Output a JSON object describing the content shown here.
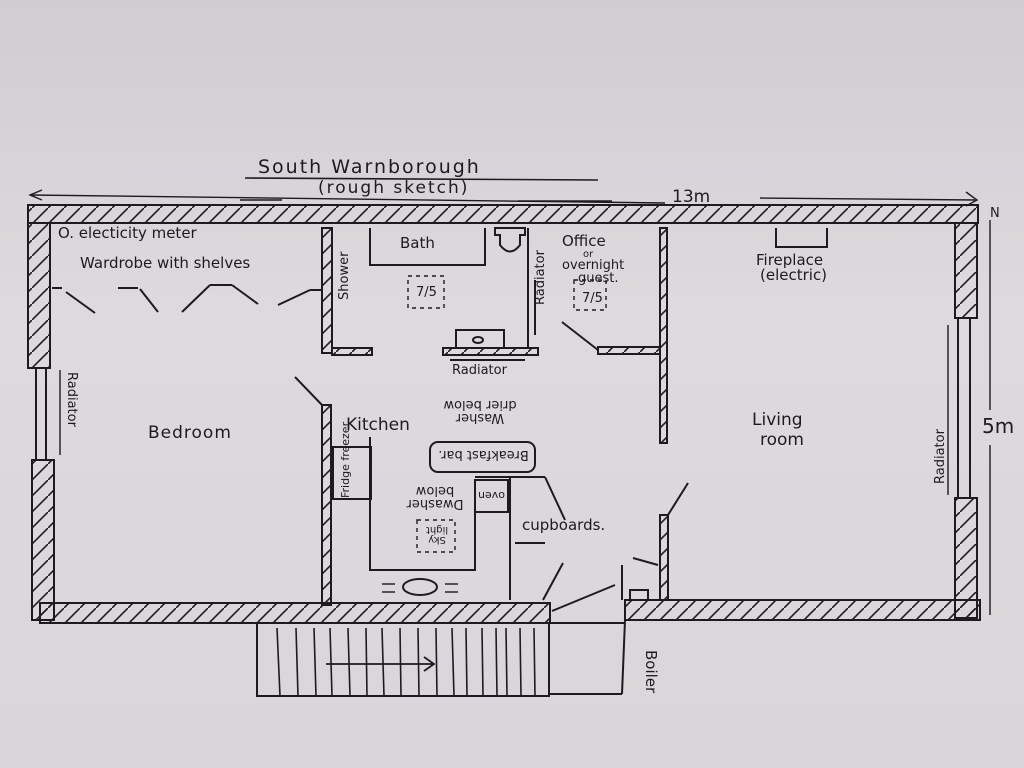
{
  "title": {
    "main": "South Warnborough",
    "subtitle": "(rough sketch)"
  },
  "dimensions": {
    "width": "13m",
    "depth": "5m"
  },
  "rooms": {
    "bedroom": {
      "label": "Bedroom",
      "notes": [
        "O. electicity meter",
        "Wardrobe with shelves"
      ],
      "radiator": "Radiator"
    },
    "bathroom": {
      "shower": "Shower",
      "bath": "Bath",
      "skylight": "7/5",
      "radiator_bottom": "Radiator",
      "radiator_side": "Radiator"
    },
    "office": {
      "label_line1": "Office",
      "label_line2": "or",
      "label_line3": "overnight",
      "label_line4": "guest.",
      "skylight": "7/5"
    },
    "kitchen": {
      "label": "Kitchen",
      "fridge": "Fridge freezer",
      "washer": "Washer drier below",
      "breakfast_bar": "Breakfast bar.",
      "dishwasher": "Dwasher below",
      "oven": "oven",
      "skylight": "Sky light",
      "cupboards": "cupboards."
    },
    "living_room": {
      "label_line1": "Living",
      "label_line2": "room",
      "fireplace": "Fireplace",
      "fireplace_type": "(electric)",
      "radiator": "Radiator"
    },
    "boiler": "Boiler",
    "north_marker": "N"
  },
  "colors": {
    "paper": "#d9d7db",
    "ink": "#1d1b20"
  }
}
